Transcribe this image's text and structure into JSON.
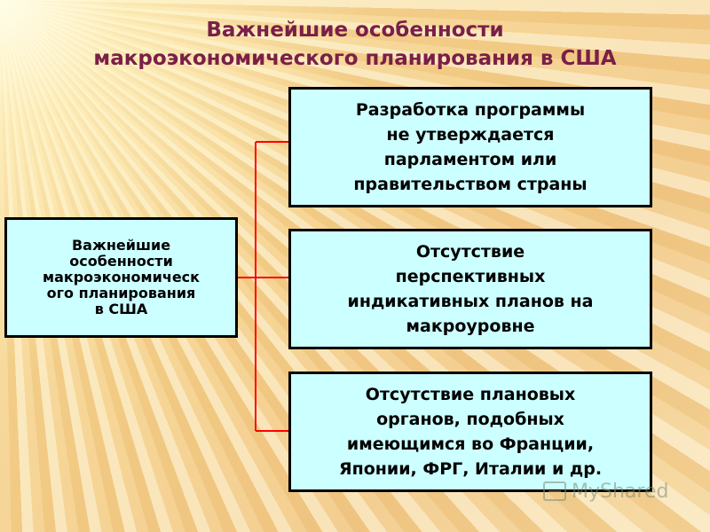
{
  "title": {
    "line1": "Важнейшие особенности",
    "line2": "макроэкономического планирования в США"
  },
  "root": {
    "line1": "Важнейшие",
    "line2": "особенности",
    "line3": "макроэкономическ",
    "line4": "ого планирования",
    "line5": "в США"
  },
  "features": [
    {
      "lines": [
        "Разработка программы",
        "не утверждается",
        "парламентом или",
        "правительством страны"
      ]
    },
    {
      "lines": [
        "Отсутствие",
        "перспективных",
        "индикативных планов на",
        "макроуровне"
      ]
    },
    {
      "lines": [
        "Отсутствие  плановых",
        "органов, подобных",
        "имеющимся во Франции,",
        "Японии, ФРГ, Италии и др."
      ]
    }
  ],
  "colors": {
    "title": "#7a1f47",
    "box_fill": "#ccffff",
    "connector": "#ff0000"
  },
  "watermark": {
    "text": "MyShared",
    "icon": "presentation-board-icon"
  }
}
